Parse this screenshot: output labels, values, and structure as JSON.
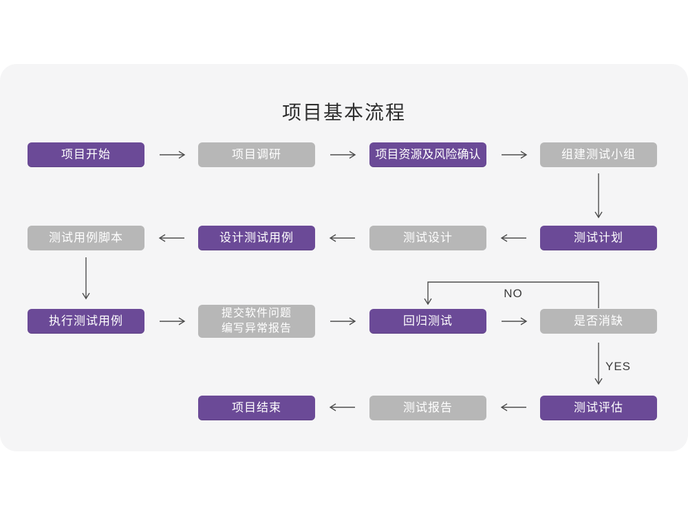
{
  "title": "项目基本流程",
  "edge_labels": {
    "no": "NO",
    "yes": "YES"
  },
  "colors": {
    "purple": "#6b4a97",
    "gray": "#b7b7b7",
    "card_bg": "#f5f5f6",
    "page_bg": "#ffffff",
    "arrow": "#4c4c4c",
    "title_text": "#2e2e2e",
    "node_text": "#ffffff"
  },
  "nodes": [
    {
      "label": "项目开始",
      "variant": "purple"
    },
    {
      "label": "项目调研",
      "variant": "gray"
    },
    {
      "label": "项目资源及风险确认",
      "variant": "purple"
    },
    {
      "label": "组建测试小组",
      "variant": "gray"
    },
    {
      "label": "测试用例脚本",
      "variant": "gray"
    },
    {
      "label": "设计测试用例",
      "variant": "purple"
    },
    {
      "label": "测试设计",
      "variant": "gray"
    },
    {
      "label": "测试计划",
      "variant": "purple"
    },
    {
      "label": "执行测试用例",
      "variant": "purple"
    },
    {
      "label": "提交软件问题\n编写异常报告",
      "variant": "gray"
    },
    {
      "label": "回归测试",
      "variant": "purple"
    },
    {
      "label": "是否消缺",
      "variant": "gray"
    },
    {
      "label": "项目结束",
      "variant": "purple"
    },
    {
      "label": "测试报告",
      "variant": "gray"
    },
    {
      "label": "测试评估",
      "variant": "purple"
    }
  ]
}
